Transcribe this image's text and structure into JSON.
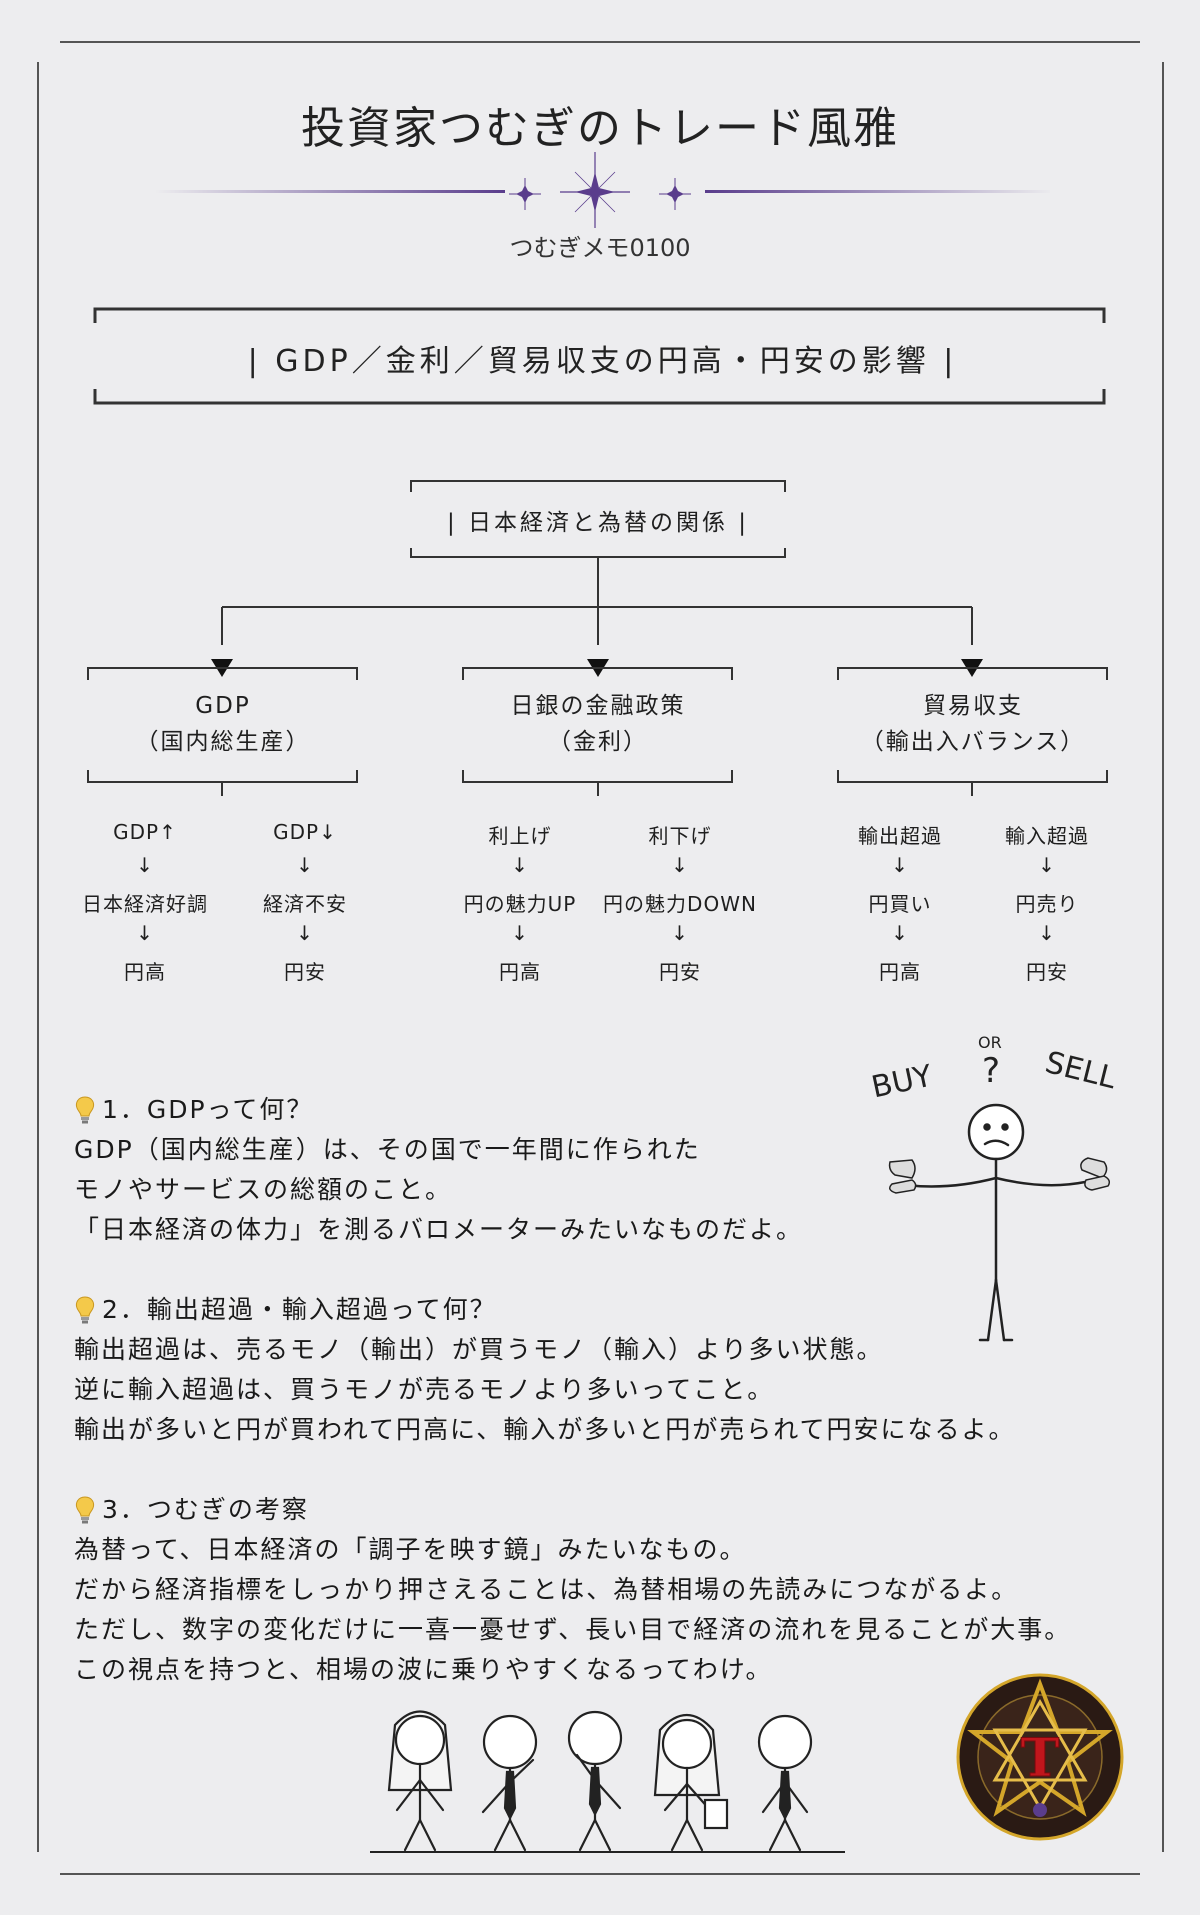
{
  "header": {
    "title": "投資家つむぎのトレード風雅",
    "subtitle": "つむぎメモ0100"
  },
  "headline": "| GDP／金利／貿易収支の円高・円安の影響 |",
  "diagram": {
    "root": "| 日本経済と為替の関係 |",
    "categories": [
      {
        "label_line1": "GDP",
        "label_line2": "（国内総生産）",
        "flows": [
          {
            "cause": "GDP↑",
            "effect": "日本経済好調",
            "result": "円高"
          },
          {
            "cause": "GDP↓",
            "effect": "経済不安",
            "result": "円安"
          }
        ]
      },
      {
        "label_line1": "日銀の金融政策",
        "label_line2": "（金利）",
        "flows": [
          {
            "cause": "利上げ",
            "effect": "円の魅力UP",
            "result": "円高"
          },
          {
            "cause": "利下げ",
            "effect": "円の魅力DOWN",
            "result": "円安"
          }
        ]
      },
      {
        "label_line1": "貿易収支",
        "label_line2": "（輸出入バランス）",
        "flows": [
          {
            "cause": "輸出超過",
            "effect": "円買い",
            "result": "円高"
          },
          {
            "cause": "輸入超過",
            "effect": "円売り",
            "result": "円安"
          }
        ]
      }
    ]
  },
  "illustration": {
    "buy": "BUY",
    "or": "OR",
    "sell": "SELL",
    "question": "?"
  },
  "sections": [
    {
      "heading": "1．GDPって何？",
      "lines": [
        "GDP（国内総生産）は、その国で一年間に作られた",
        "モノやサービスの総額のこと。",
        "「日本経済の体力」を測るバロメーターみたいなものだよ。"
      ]
    },
    {
      "heading": "2．輸出超過・輸入超過って何？",
      "lines": [
        "輸出超過は、売るモノ（輸出）が買うモノ（輸入）より多い状態。",
        "逆に輸入超過は、買うモノが売るモノより多いってこと。",
        "輸出が多いと円が買われて円高に、輸入が多いと円が売られて円安になるよ。"
      ]
    },
    {
      "heading": "3．つむぎの考察",
      "lines": [
        "為替って、日本経済の「調子を映す鏡」みたいなもの。",
        "だから経済指標をしっかり押さえることは、為替相場の先読みにつながるよ。",
        "ただし、数字の変化だけに一喜一憂せず、長い目で経済の流れを見ることが大事。",
        "この視点を持つと、相場の波に乗りやすくなるってわけ。"
      ]
    }
  ],
  "logo": {
    "letter": "T"
  },
  "colors": {
    "accent": "#5a3d8c",
    "logo_red": "#c0161c",
    "logo_gold": "#d4a62a"
  }
}
